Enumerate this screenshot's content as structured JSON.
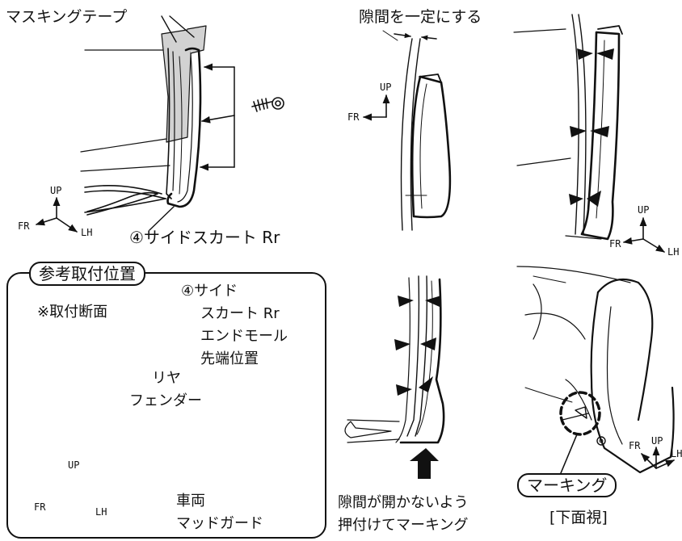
{
  "panel1": {
    "masking_tape": "マスキングテープ",
    "part_label": "④サイドスカート Rr",
    "axes": {
      "up": "UP",
      "fr": "FR",
      "lh": "LH"
    }
  },
  "panel2": {
    "gap_label": "隙間を一定にする",
    "axes": {
      "up": "UP",
      "fr": "FR"
    }
  },
  "panel3": {
    "axes": {
      "up": "UP",
      "fr": "FR",
      "lh": "LH"
    }
  },
  "panel4": {
    "title": "参考取付位置",
    "section_label": "※取付断面",
    "callout_line1": "④サイド",
    "callout_line2": "スカート Rr",
    "callout_line3": "エンドモール",
    "callout_line4": "先端位置",
    "rear_fender_line1": "リヤ",
    "rear_fender_line2": "フェンダー",
    "mudguard_line1": "車両",
    "mudguard_line2": "マッドガード",
    "axes": {
      "up": "UP",
      "fr": "FR",
      "lh": "LH"
    }
  },
  "panel5": {
    "caption_line1": "隙間が開かないよう",
    "caption_line2": "押付けてマーキング"
  },
  "panel6": {
    "marking_label": "マーキング",
    "view_label": "[下面視]",
    "axes": {
      "up": "UP",
      "fr": "FR",
      "lh": "LH"
    }
  }
}
